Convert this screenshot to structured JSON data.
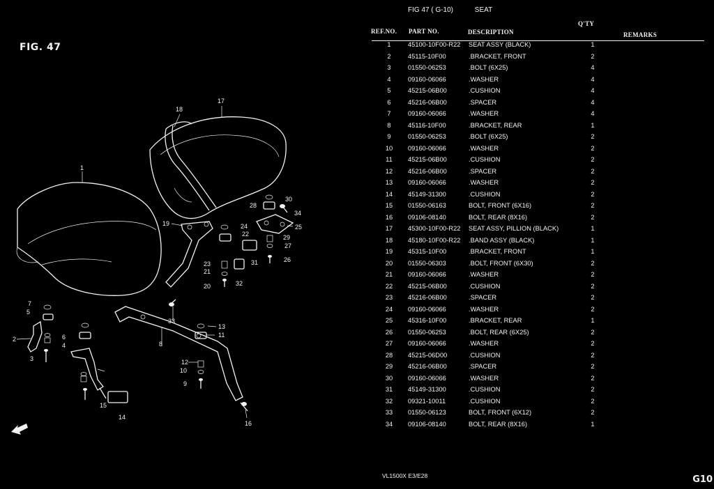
{
  "figure": {
    "label": "FIG. 47",
    "header_fig": "FIG 47 ( G-10)",
    "header_title": "SEAT"
  },
  "columns": {
    "ref_no": "REF.NO.",
    "part_no": "PART NO.",
    "description": "DESCRIPTION",
    "qty": "Q'TY",
    "remarks": "REMARKS"
  },
  "parts": [
    {
      "ref": "1",
      "part": "45100-10F00-R22",
      "desc": "SEAT ASSY (BLACK)",
      "qty": "1"
    },
    {
      "ref": "2",
      "part": "45115-10F00",
      "desc": ".BRACKET, FRONT",
      "qty": "2"
    },
    {
      "ref": "3",
      "part": "01550-06253",
      "desc": ".BOLT (6X25)",
      "qty": "4"
    },
    {
      "ref": "4",
      "part": "09160-06066",
      "desc": ".WASHER",
      "qty": "4"
    },
    {
      "ref": "5",
      "part": "45215-06B00",
      "desc": ".CUSHION",
      "qty": "4"
    },
    {
      "ref": "6",
      "part": "45216-06B00",
      "desc": ".SPACER",
      "qty": "4"
    },
    {
      "ref": "7",
      "part": "09160-06066",
      "desc": ".WASHER",
      "qty": "4"
    },
    {
      "ref": "8",
      "part": "45116-10F00",
      "desc": ".BRACKET, REAR",
      "qty": "1"
    },
    {
      "ref": "9",
      "part": "01550-06253",
      "desc": ".BOLT (6X25)",
      "qty": "2"
    },
    {
      "ref": "10",
      "part": "09160-06066",
      "desc": ".WASHER",
      "qty": "2"
    },
    {
      "ref": "11",
      "part": "45215-06B00",
      "desc": ".CUSHION",
      "qty": "2"
    },
    {
      "ref": "12",
      "part": "45216-06B00",
      "desc": ".SPACER",
      "qty": "2"
    },
    {
      "ref": "13",
      "part": "09160-06066",
      "desc": ".WASHER",
      "qty": "2"
    },
    {
      "ref": "14",
      "part": "45149-31300",
      "desc": ".CUSHION",
      "qty": "2"
    },
    {
      "ref": "15",
      "part": "01550-06163",
      "desc": "BOLT, FRONT (6X16)",
      "qty": "2"
    },
    {
      "ref": "16",
      "part": "09106-08140",
      "desc": "BOLT, REAR (8X16)",
      "qty": "2"
    },
    {
      "ref": "17",
      "part": "45300-10F00-R22",
      "desc": "SEAT ASSY, PILLION (BLACK)",
      "qty": "1"
    },
    {
      "ref": "18",
      "part": "45180-10F00-R22",
      "desc": ".BAND ASSY (BLACK)",
      "qty": "1"
    },
    {
      "ref": "19",
      "part": "45315-10F00",
      "desc": ".BRACKET, FRONT",
      "qty": "1"
    },
    {
      "ref": "20",
      "part": "01550-06303",
      "desc": ".BOLT, FRONT (6X30)",
      "qty": "2"
    },
    {
      "ref": "21",
      "part": "09160-06066",
      "desc": ".WASHER",
      "qty": "2"
    },
    {
      "ref": "22",
      "part": "45215-06B00",
      "desc": ".CUSHION",
      "qty": "2"
    },
    {
      "ref": "23",
      "part": "45216-06B00",
      "desc": ".SPACER",
      "qty": "2"
    },
    {
      "ref": "24",
      "part": "09160-06066",
      "desc": ".WASHER",
      "qty": "2"
    },
    {
      "ref": "25",
      "part": "45316-10F00",
      "desc": ".BRACKET, REAR",
      "qty": "1"
    },
    {
      "ref": "26",
      "part": "01550-06253",
      "desc": ".BOLT, REAR (6X25)",
      "qty": "2"
    },
    {
      "ref": "27",
      "part": "09160-06066",
      "desc": ".WASHER",
      "qty": "2"
    },
    {
      "ref": "28",
      "part": "45215-06D00",
      "desc": ".CUSHION",
      "qty": "2"
    },
    {
      "ref": "29",
      "part": "45216-06B00",
      "desc": ".SPACER",
      "qty": "2"
    },
    {
      "ref": "30",
      "part": "09160-06066",
      "desc": ".WASHER",
      "qty": "2"
    },
    {
      "ref": "31",
      "part": "45149-31300",
      "desc": ".CUSHION",
      "qty": "2"
    },
    {
      "ref": "32",
      "part": "09321-10011",
      "desc": ".CUSHION",
      "qty": "2"
    },
    {
      "ref": "33",
      "part": "01550-06123",
      "desc": "BOLT, FRONT (6X12)",
      "qty": "2"
    },
    {
      "ref": "34",
      "part": "09106-08140",
      "desc": "BOLT, REAR (8X16)",
      "qty": "1"
    }
  ],
  "footer": {
    "model": "VL1500X  E3/E28",
    "page_code": "G10"
  },
  "callouts": [
    "1",
    "2",
    "3",
    "4",
    "5",
    "6",
    "7",
    "8",
    "9",
    "10",
    "11",
    "12",
    "13",
    "14",
    "15",
    "16",
    "17",
    "18",
    "19",
    "20",
    "21",
    "22",
    "23",
    "24",
    "25",
    "26",
    "27",
    "28",
    "29",
    "30",
    "31",
    "32",
    "33",
    "34"
  ]
}
